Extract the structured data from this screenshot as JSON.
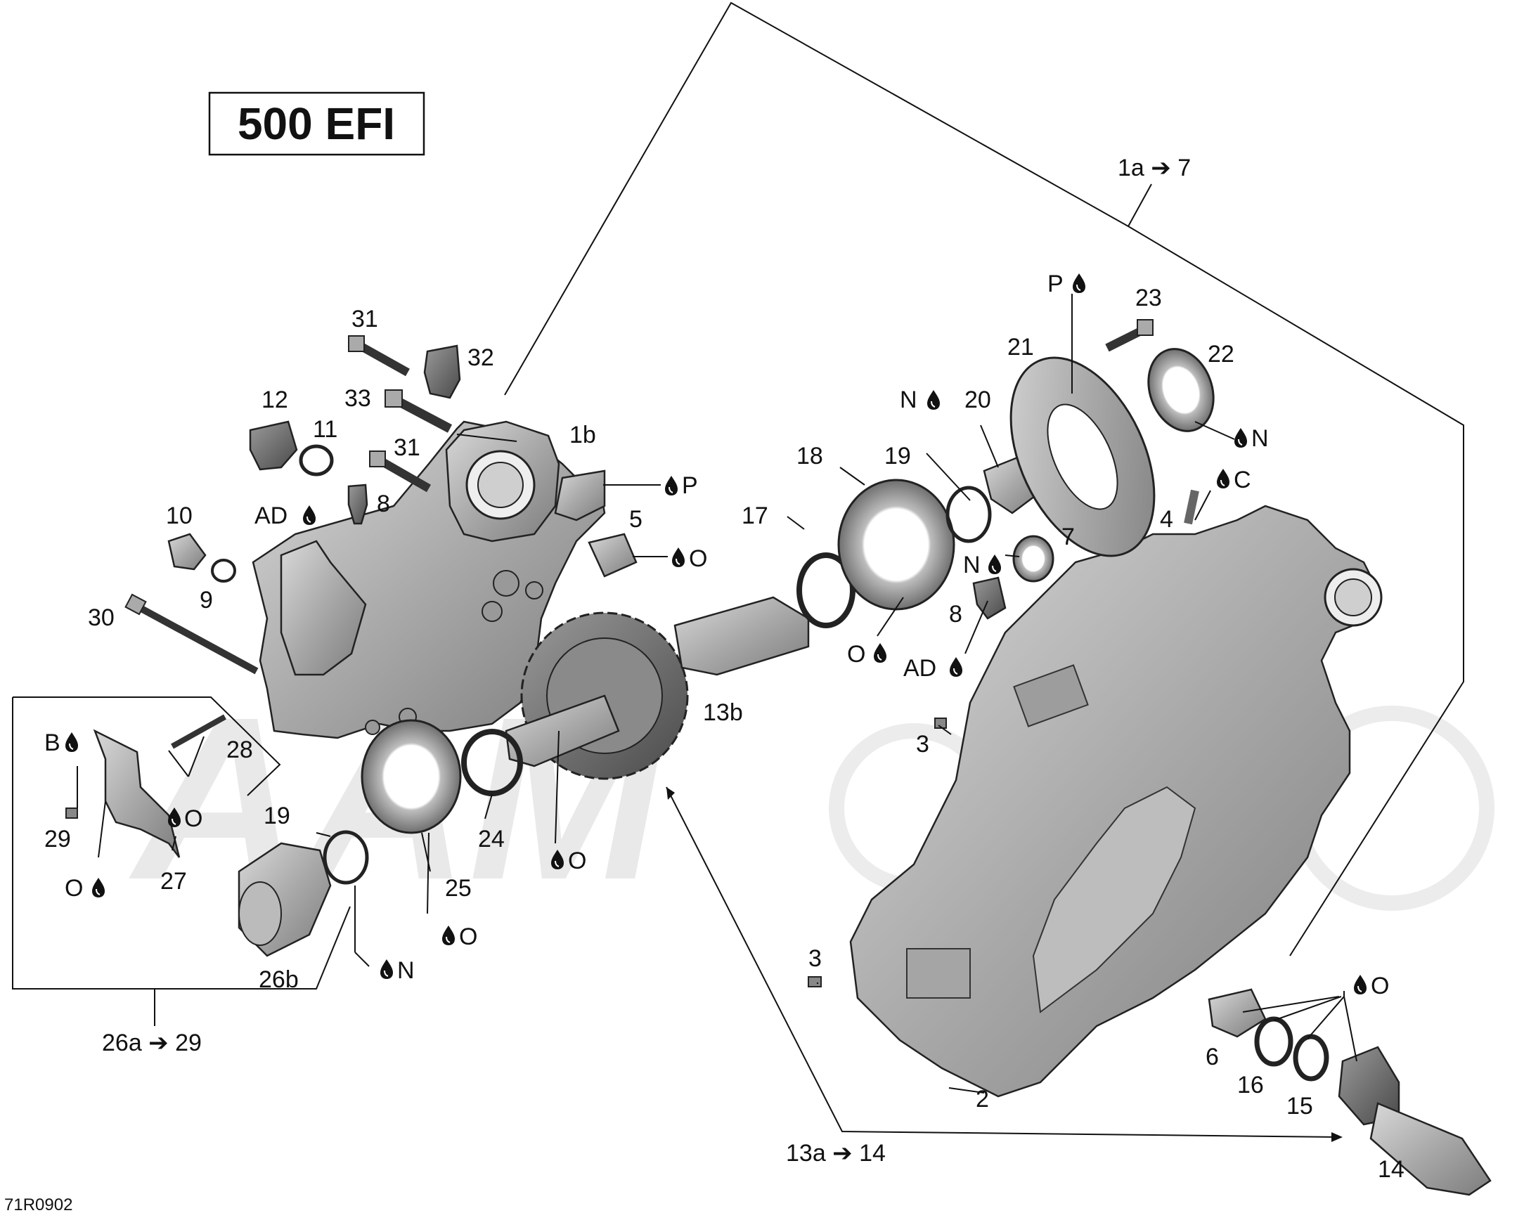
{
  "model_badge": "500 EFI",
  "figure_code": "71R0902",
  "watermark": "AAM",
  "lubricant_icon": "oil-drop-icon",
  "callouts": {
    "k1a7": "1a",
    "k1a7_end": "7",
    "k1b": "1b",
    "k2": "2",
    "k3a": "3",
    "k3b": "3",
    "k4": "4",
    "k5": "5",
    "k6": "6",
    "k7": "7",
    "k8a": "8",
    "k8b": "8",
    "k9": "9",
    "k10": "10",
    "k11": "11",
    "k12": "12",
    "k13a14": "13a",
    "k13a14_end": "14",
    "k13b": "13b",
    "k14": "14",
    "k15": "15",
    "k16": "16",
    "k17": "17",
    "k18": "18",
    "k19a": "19",
    "k19b": "19",
    "k20": "20",
    "k21": "21",
    "k22": "22",
    "k23": "23",
    "k24": "24",
    "k25": "25",
    "k26a29": "26a",
    "k26a29_end": "29",
    "k26b": "26b",
    "k27": "27",
    "k28": "28",
    "k29": "29",
    "k30": "30",
    "k31a": "31",
    "k31b": "31",
    "k32": "32",
    "k33": "33"
  },
  "lube_codes": {
    "P_top": "P",
    "P_left": "P",
    "N_20": "N",
    "N_22": "N",
    "N_7": "N",
    "N_19b": "N",
    "C_4": "C",
    "O_5": "O",
    "O_18": "O",
    "O_27": "O",
    "O_27b": "O",
    "O_13b": "O",
    "O_25": "O",
    "O_14": "O",
    "AD_8a": "AD",
    "AD_8b": "AD",
    "B_29": "B"
  }
}
